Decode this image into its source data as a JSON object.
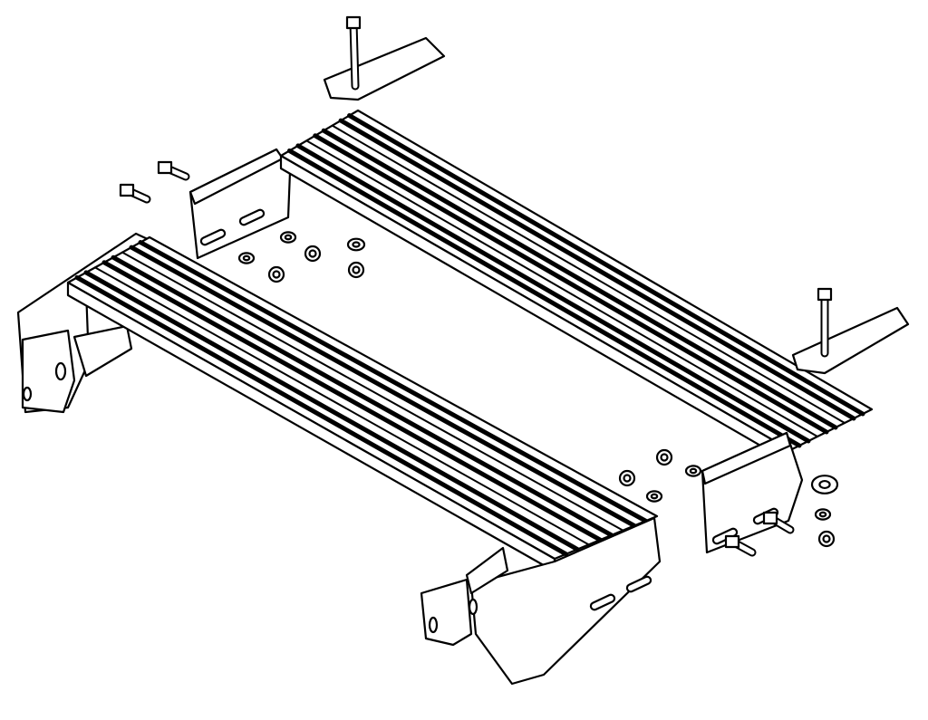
{
  "colors": {
    "line": "#000000",
    "background": "#ffffff"
  },
  "parts": {
    "treads": 2,
    "brackets": 4,
    "bolts": 6,
    "nuts": 6,
    "washers": 6
  }
}
